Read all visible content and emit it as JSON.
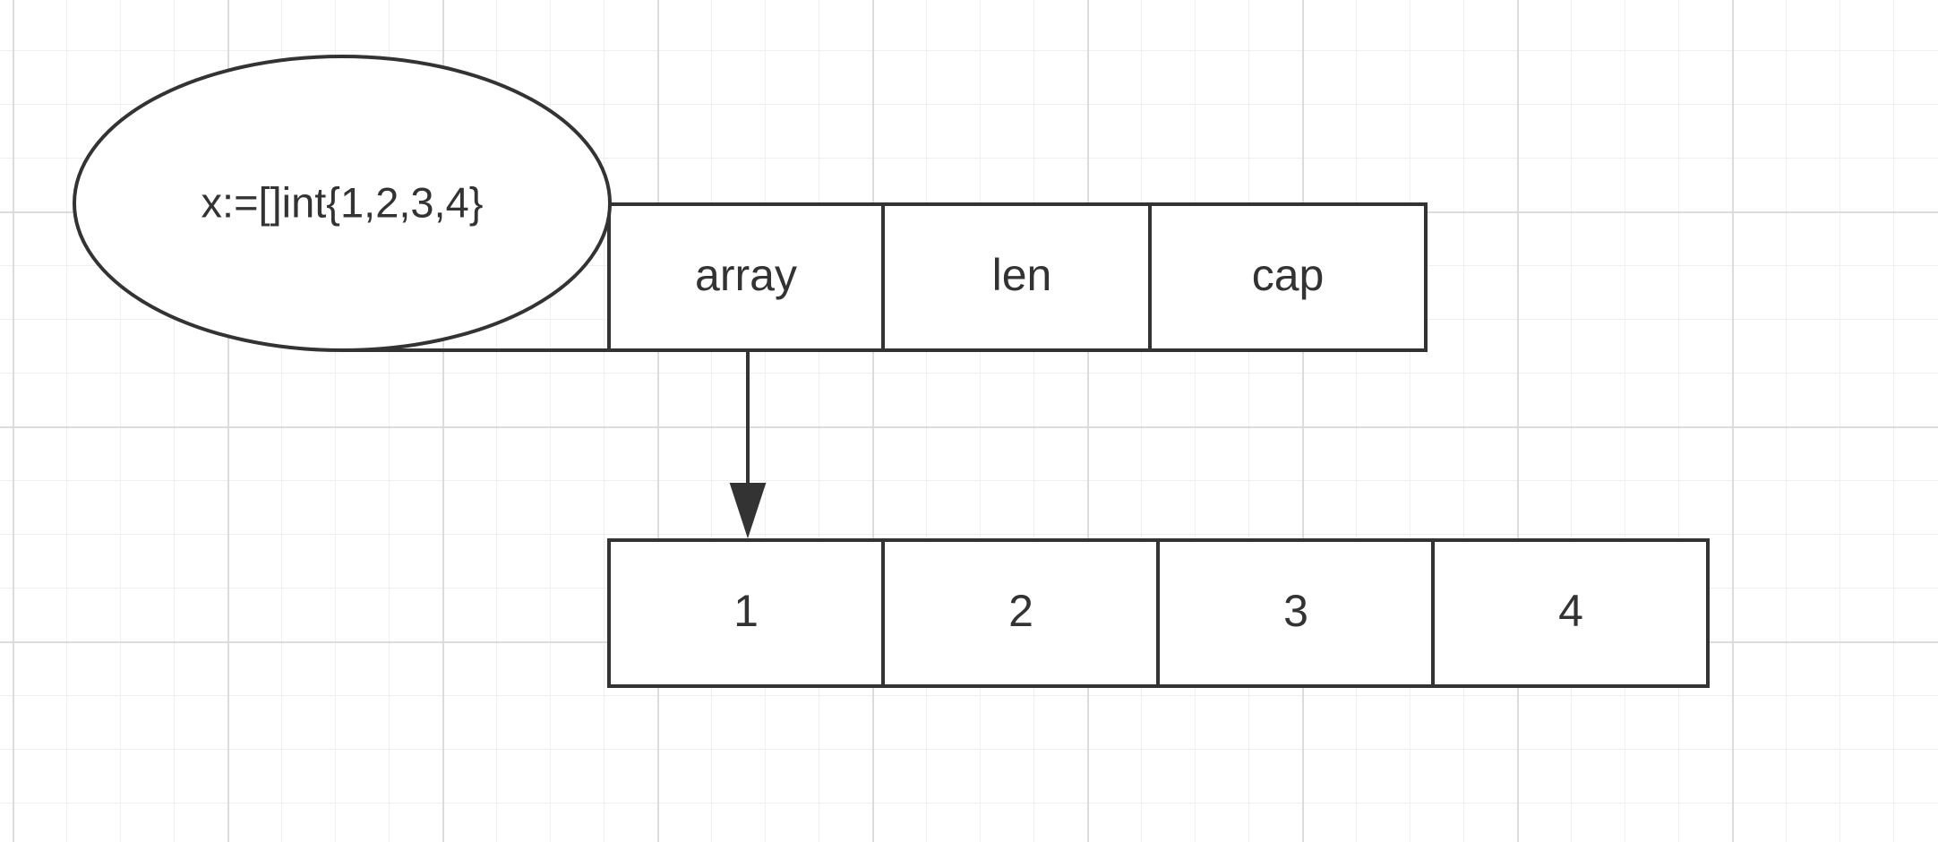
{
  "diagram": {
    "expression": "x:=[]int{1,2,3,4}",
    "slice_header": {
      "fields": [
        "array",
        "len",
        "cap"
      ]
    },
    "backing_array": {
      "elements": [
        "1",
        "2",
        "3",
        "4"
      ]
    },
    "colors": {
      "stroke": "#333333",
      "fill": "#ffffff",
      "grid_major": "#dcdcdc",
      "grid_minor": "#efefef"
    }
  }
}
